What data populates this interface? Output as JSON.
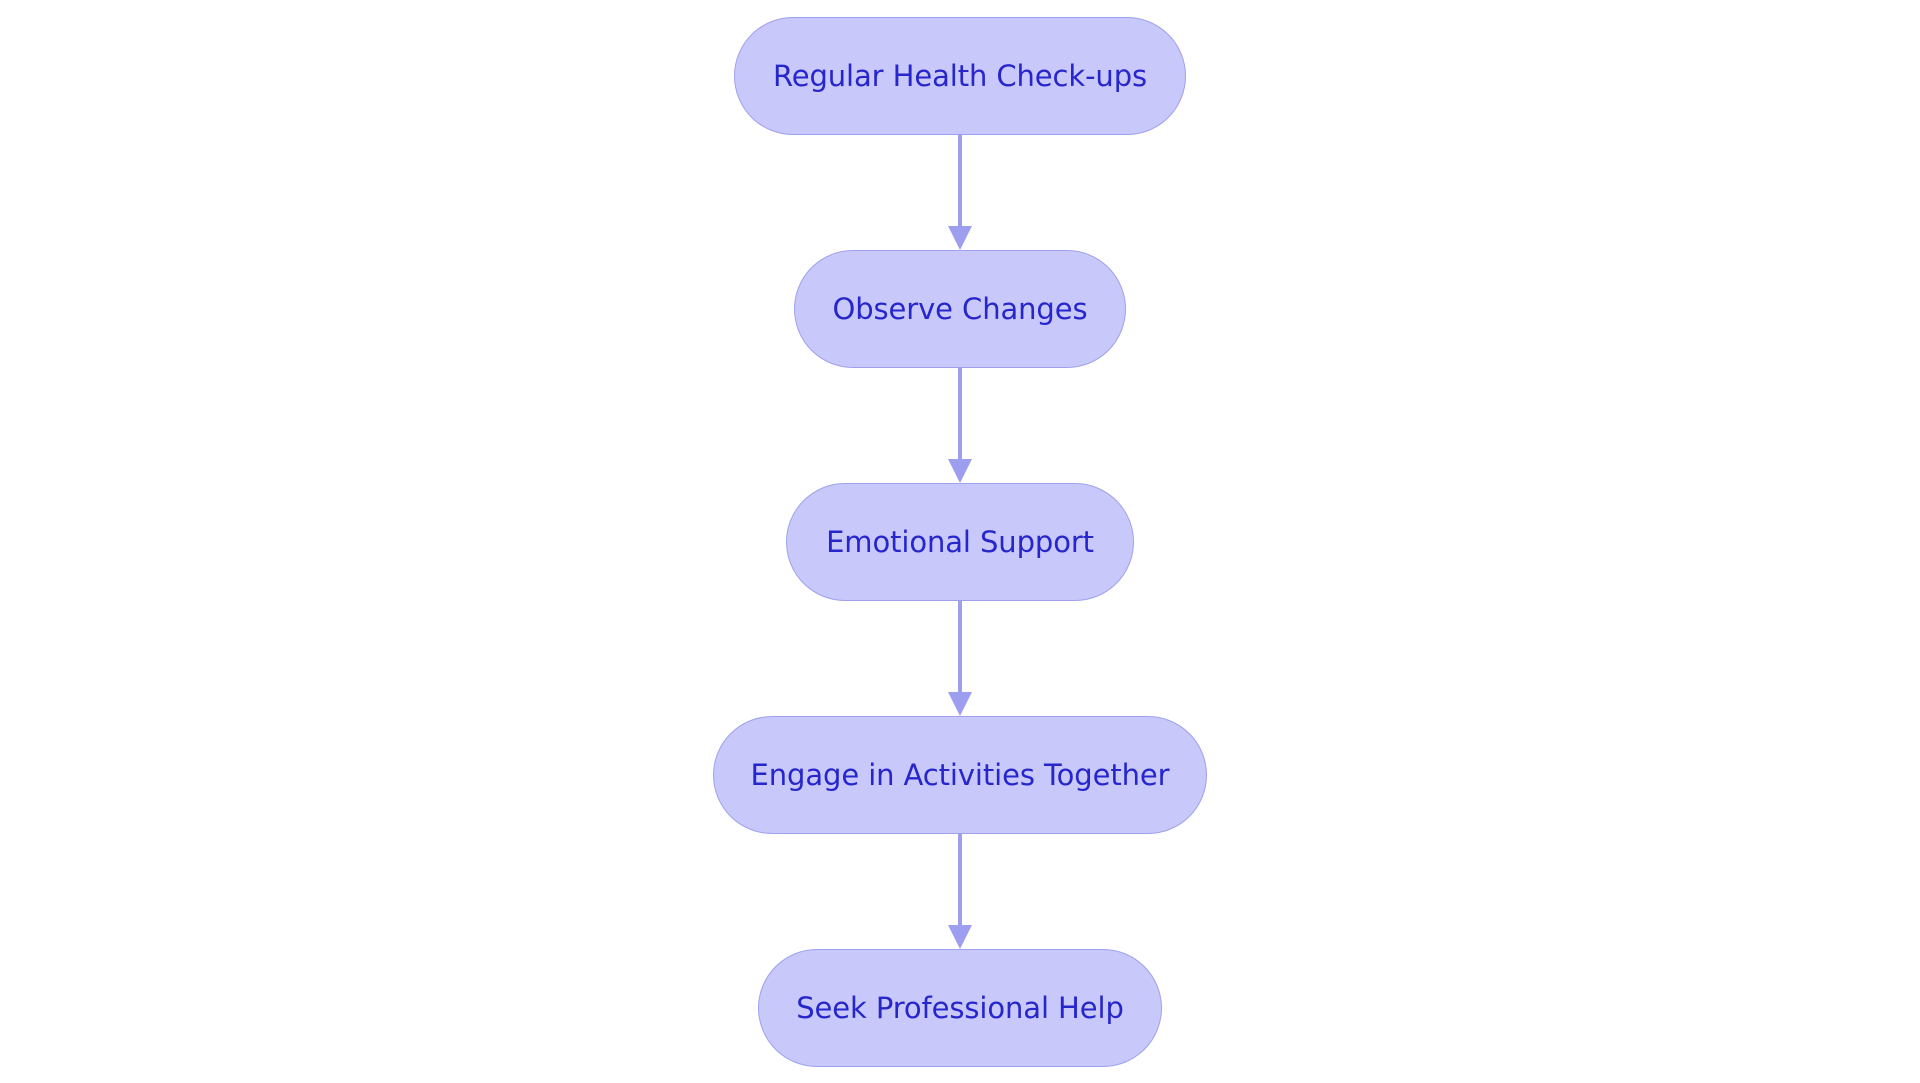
{
  "diagram": {
    "type": "flowchart",
    "orientation": "top-to-bottom",
    "background_color": "#ffffff",
    "node_fill_color": "#c8c8fa",
    "node_border_color": "#a0a0ee",
    "node_text_color": "#2626cc",
    "edge_color": "#9e9ef0",
    "node_shape": "stadium",
    "nodes": [
      {
        "id": "n1",
        "label": "Regular Health Check-ups"
      },
      {
        "id": "n2",
        "label": "Observe Changes"
      },
      {
        "id": "n3",
        "label": "Emotional Support"
      },
      {
        "id": "n4",
        "label": "Engage in Activities Together"
      },
      {
        "id": "n5",
        "label": "Seek Professional Help"
      }
    ],
    "edges": [
      {
        "from": "n1",
        "to": "n2",
        "label": ""
      },
      {
        "from": "n2",
        "to": "n3",
        "label": ""
      },
      {
        "from": "n3",
        "to": "n4",
        "label": ""
      },
      {
        "from": "n4",
        "to": "n5",
        "label": ""
      }
    ]
  }
}
